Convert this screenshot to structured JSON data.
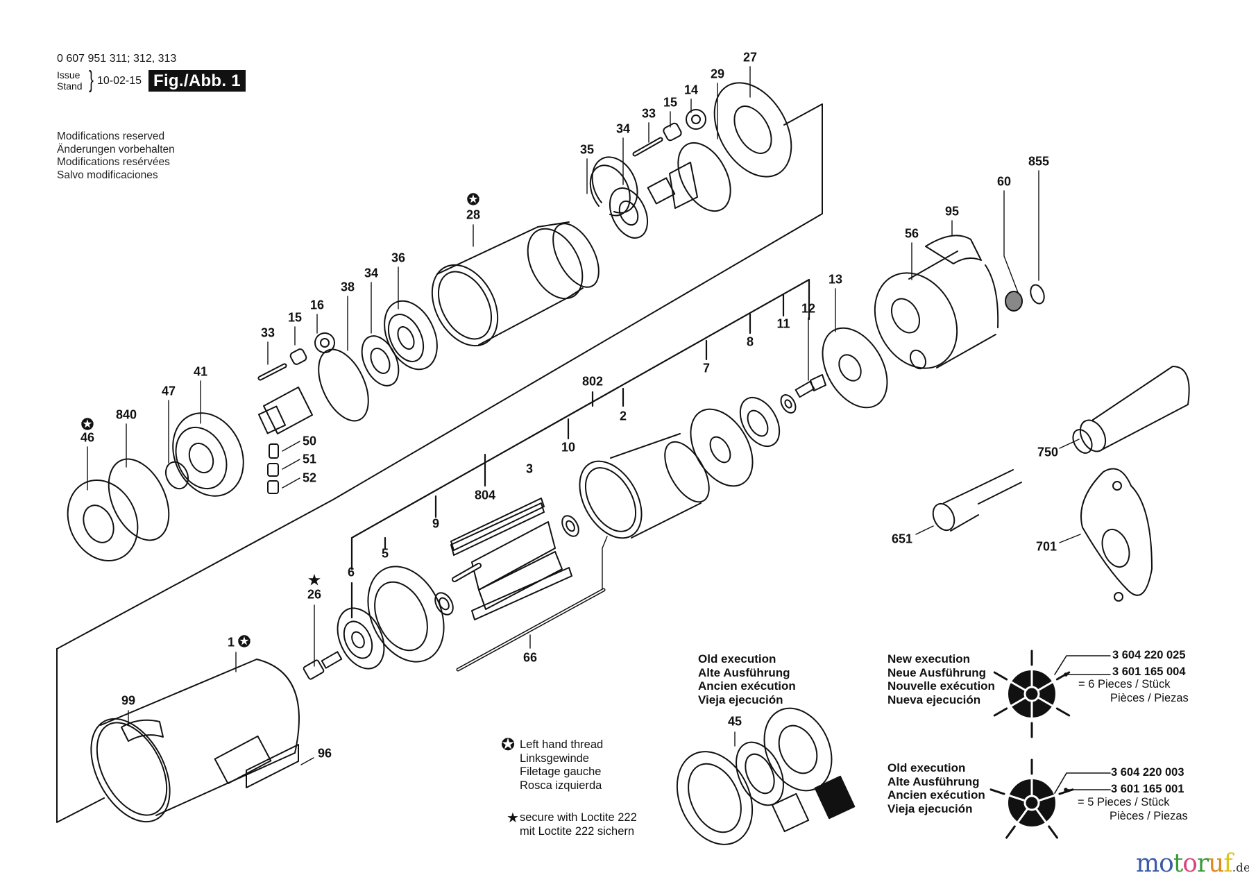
{
  "header": {
    "part_numbers": "0 607 951 311; 312, 313",
    "issue_label": "Issue",
    "stand_label": "Stand",
    "issue_date": "10-02-15",
    "figure_badge": "Fig./Abb. 1"
  },
  "modifications_notice": [
    "Modifications reserved",
    "Änderungen vorbehalten",
    "Modifications resérvées",
    "Salvo modificaciones"
  ],
  "part_labels": {
    "p27": "27",
    "p29": "29",
    "p14": "14",
    "p15a": "15",
    "p33a": "33",
    "p34a": "34",
    "p35": "35",
    "p28": "28",
    "p36": "36",
    "p34b": "34",
    "p38": "38",
    "p16": "16",
    "p15b": "15",
    "p33b": "33",
    "p41": "41",
    "p47": "47",
    "p840": "840",
    "p46": "46",
    "p50": "50",
    "p51": "51",
    "p52": "52",
    "p802": "802",
    "p2": "2",
    "p7": "7",
    "p8": "8",
    "p11": "11",
    "p12": "12",
    "p13": "13",
    "p10": "10",
    "p3": "3",
    "p804": "804",
    "p9": "9",
    "p5": "5",
    "p6": "6",
    "p26": "26",
    "p1": "1",
    "p99": "99",
    "p96": "96",
    "p66": "66",
    "p56": "56",
    "p95": "95",
    "p60": "60",
    "p855": "855",
    "p750": "750",
    "p651": "651",
    "p701": "701",
    "p45": "45"
  },
  "old_execution_bearing": {
    "title": [
      "Old execution",
      "Alte Ausführung",
      "Ancien exécution",
      "Vieja ejecución"
    ]
  },
  "new_execution_vanes": {
    "title": [
      "New execution",
      "Neue Ausführung",
      "Nouvelle exécution",
      "Nueva ejecución"
    ],
    "part_number_1": "3 604 220 025",
    "part_number_2": "3 601 165 004",
    "pieces_line_1": "= 6 Pieces / Stück",
    "pieces_line_2": "Pièces / Piezas",
    "vane_count": 6
  },
  "old_execution_vanes": {
    "title": [
      "Old execution",
      "Alte Ausführung",
      "Ancien exécution",
      "Vieja ejecución"
    ],
    "part_number_1": "3 604 220 003",
    "part_number_2": "3 601 165 001",
    "pieces_line_1": "= 5 Pieces / Stück",
    "pieces_line_2": "Pièces / Piezas",
    "vane_count": 5
  },
  "legend": {
    "left_hand_thread_icon": "circled-star-icon",
    "left_hand_thread": [
      "Left hand thread",
      "Linksgewinde",
      "Filetage gauche",
      "Rosca izquierda"
    ],
    "loctite_icon": "star-icon",
    "loctite": [
      "secure with Loctite 222",
      "mit Loctite 222 sichern"
    ]
  },
  "watermark": {
    "letters": [
      "m",
      "o",
      "t",
      "o",
      "r",
      "u",
      "f"
    ],
    "letter_colors": [
      "#3b5aa8",
      "#3b5aa8",
      "#3b9a3b",
      "#d8457f",
      "#3b9a3b",
      "#e08a1e",
      "#e0c21e"
    ],
    "suffix": ".de"
  }
}
